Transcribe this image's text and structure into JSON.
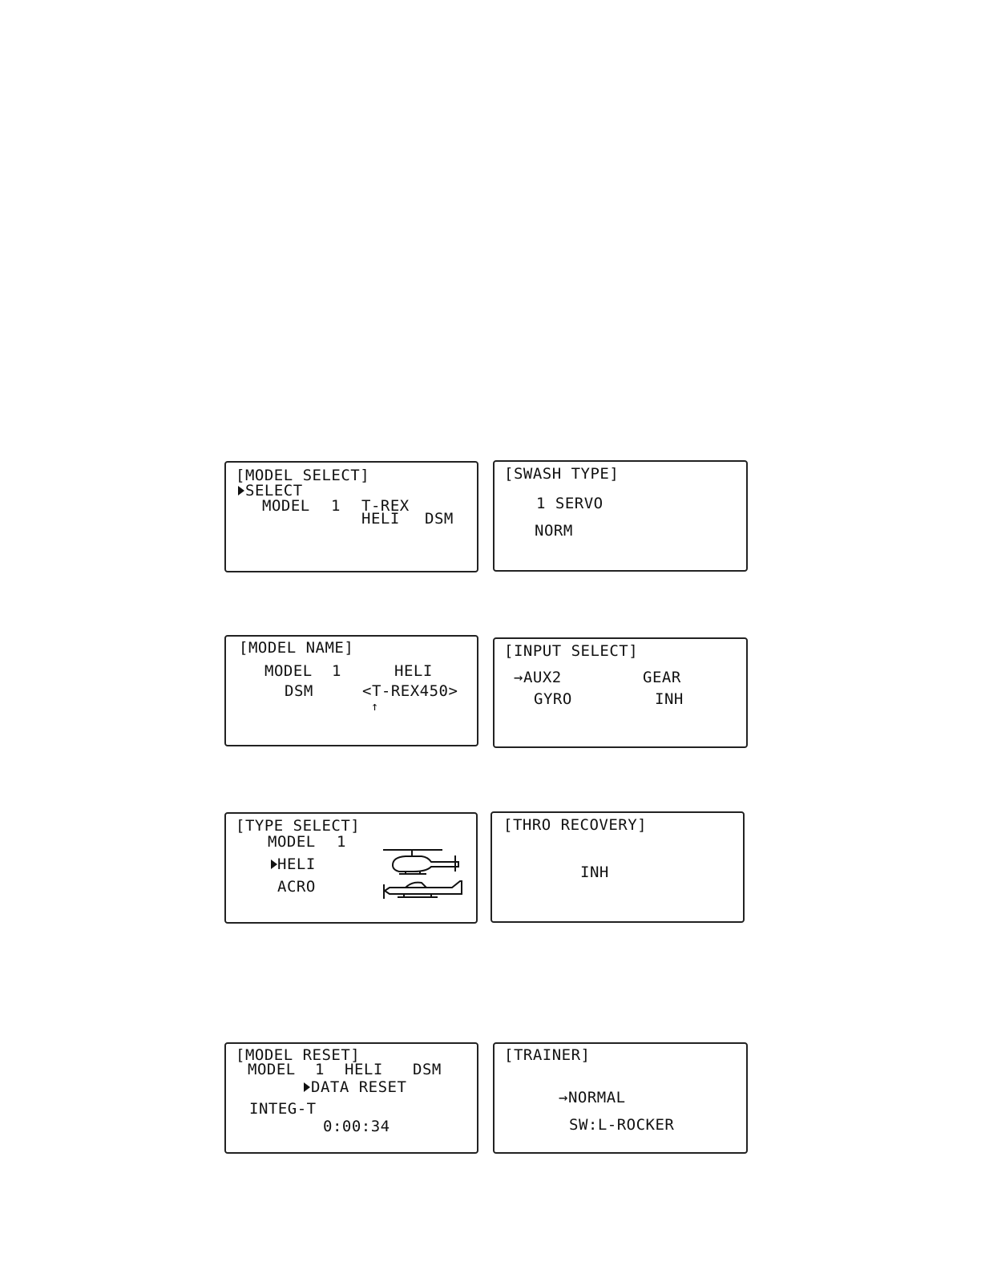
{
  "colors": {
    "ink": "#111111",
    "background": "#ffffff"
  },
  "model_select": {
    "title": "[MODEL SELECT]",
    "option": "SELECT",
    "model_label": "MODEL",
    "model_number": "1",
    "model_name": "T-REX",
    "model_type": "HELI",
    "modulation": "DSM",
    "cursor_icon": "triangle-right-icon"
  },
  "swash_type": {
    "title": "[SWASH TYPE]",
    "value": "1 SERVO",
    "mode": "NORM"
  },
  "model_name": {
    "title": "[MODEL NAME]",
    "model_label": "MODEL",
    "model_number": "1",
    "model_type": "HELI",
    "modulation": "DSM",
    "name_field": "<T-REX450>",
    "char_cursor_icon": "up-arrow-icon"
  },
  "input_select": {
    "title": "[INPUT SELECT]",
    "row1_channel": "→AUX2",
    "row1_value": "GEAR",
    "row2_channel": "GYRO",
    "row2_value": "INH"
  },
  "type_select": {
    "title": "[TYPE SELECT]",
    "model_label": "MODEL",
    "model_number": "1",
    "option_heli": "HELI",
    "option_acro": "ACRO",
    "icons": [
      "helicopter-icon",
      "airplane-icon"
    ]
  },
  "thro_recovery": {
    "title": "[THRO RECOVERY]",
    "value": "INH"
  },
  "model_reset": {
    "title": "[MODEL RESET]",
    "model_label": "MODEL",
    "model_number": "1",
    "model_type": "HELI",
    "modulation": "DSM",
    "option": "DATA RESET",
    "timer_label": "INTEG-T",
    "timer_value": "0:00:34"
  },
  "trainer": {
    "title": "[TRAINER]",
    "mode": "→NORMAL",
    "switch": "SW:L-ROCKER"
  }
}
